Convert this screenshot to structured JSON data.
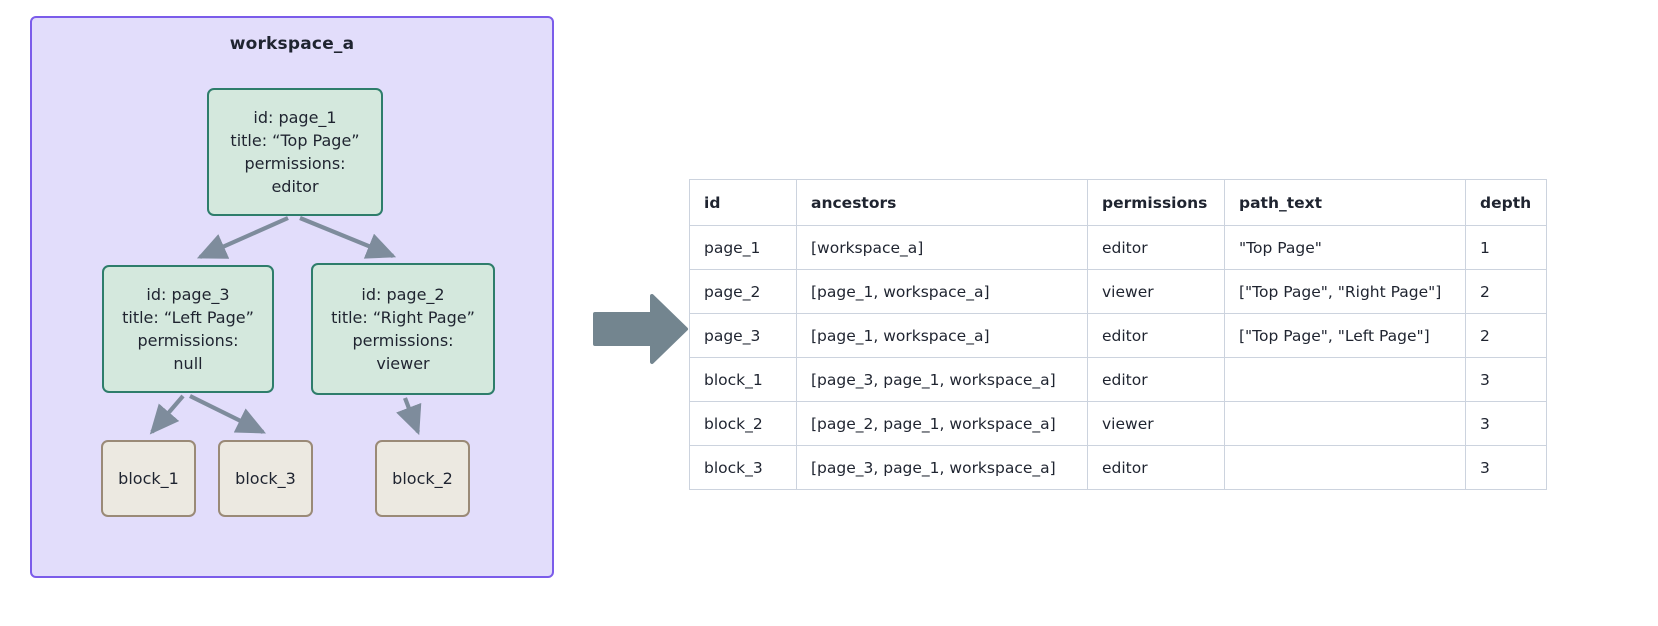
{
  "workspace": {
    "title": "workspace_a",
    "border_color": "#7b5cea",
    "fill_color": "#e2ddfb"
  },
  "colors": {
    "page_node_fill": "#d4e8dd",
    "page_node_border": "#2e7d6b",
    "block_node_fill": "#ece9e1",
    "block_node_border": "#9a8a77",
    "edge_color": "#7e8c9c",
    "transition_arrow": "#73858f",
    "table_border": "#ccd3de"
  },
  "tree": {
    "nodes": [
      {
        "key": "page_1",
        "type": "page",
        "lines": [
          "id: page_1",
          "title: “Top Page”",
          "permissions:",
          "editor"
        ]
      },
      {
        "key": "page_3",
        "type": "page",
        "lines": [
          "id: page_3",
          "title: “Left Page”",
          "permissions:",
          "null"
        ]
      },
      {
        "key": "page_2",
        "type": "page",
        "lines": [
          "id: page_2",
          "title: “Right Page”",
          "permissions:",
          "viewer"
        ]
      },
      {
        "key": "block_1",
        "type": "block",
        "label": "block_1"
      },
      {
        "key": "block_3",
        "type": "block",
        "label": "block_3"
      },
      {
        "key": "block_2",
        "type": "block",
        "label": "block_2"
      }
    ],
    "edges": [
      {
        "from": "page_1",
        "to": "page_3"
      },
      {
        "from": "page_1",
        "to": "page_2"
      },
      {
        "from": "page_3",
        "to": "block_1"
      },
      {
        "from": "page_3",
        "to": "block_3"
      },
      {
        "from": "page_2",
        "to": "block_2"
      }
    ]
  },
  "transition": {
    "icon": "right-arrow-icon"
  },
  "table": {
    "columns": [
      "id",
      "ancestors",
      "permissions",
      "path_text",
      "depth"
    ],
    "rows": [
      {
        "id": "page_1",
        "ancestors": "[workspace_a]",
        "permissions": "editor",
        "path_text": "\"Top Page\"",
        "depth": "1"
      },
      {
        "id": "page_2",
        "ancestors": "[page_1, workspace_a]",
        "permissions": "viewer",
        "path_text": "[\"Top Page\", \"Right Page\"]",
        "depth": "2"
      },
      {
        "id": "page_3",
        "ancestors": "[page_1, workspace_a]",
        "permissions": "editor",
        "path_text": "[\"Top Page\", \"Left Page\"]",
        "depth": "2"
      },
      {
        "id": "block_1",
        "ancestors": "[page_3, page_1, workspace_a]",
        "permissions": "editor",
        "path_text": "",
        "depth": "3"
      },
      {
        "id": "block_2",
        "ancestors": "[page_2, page_1, workspace_a]",
        "permissions": "viewer",
        "path_text": "",
        "depth": "3"
      },
      {
        "id": "block_3",
        "ancestors": "[page_3, page_1, workspace_a]",
        "permissions": "editor",
        "path_text": "",
        "depth": "3"
      }
    ]
  }
}
